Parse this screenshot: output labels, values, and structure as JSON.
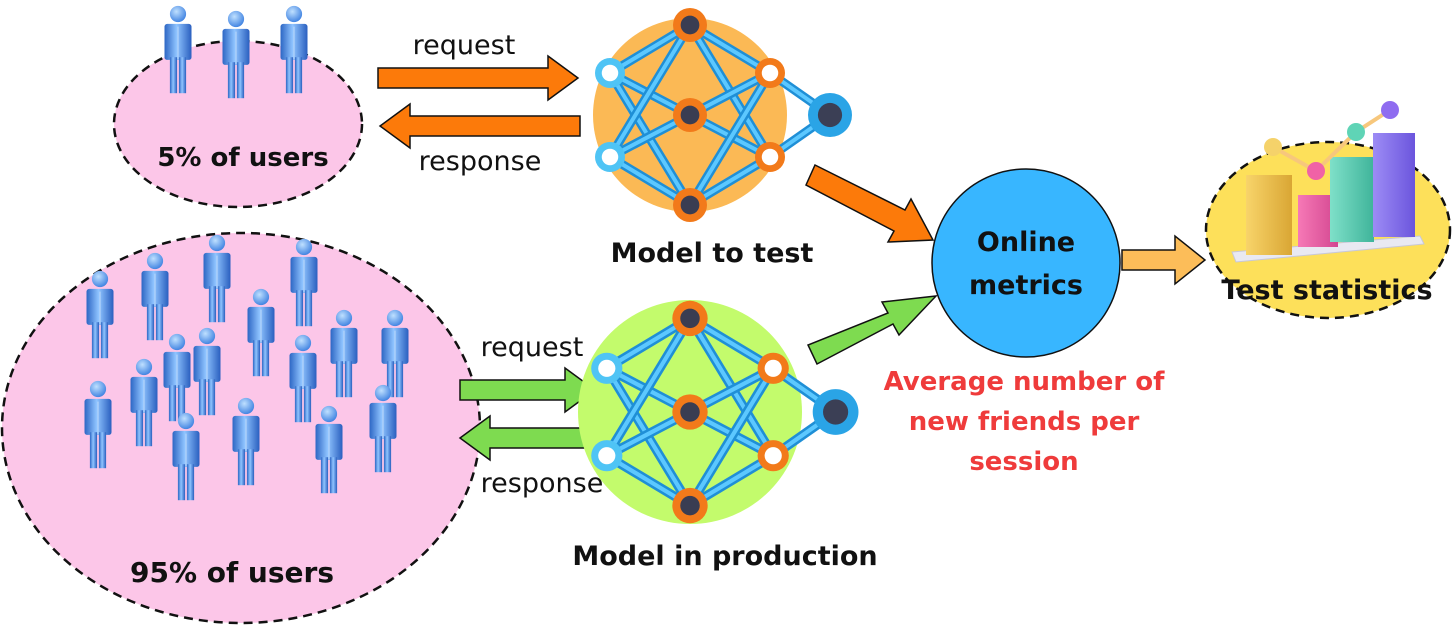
{
  "groups": {
    "test_group": {
      "label": "5% of users"
    },
    "control_group": {
      "label": "95% of users"
    }
  },
  "flows": {
    "test_request": "request",
    "test_response": "response",
    "prod_request": "request",
    "prod_response": "response"
  },
  "models": {
    "test": {
      "label": "Model to test"
    },
    "production": {
      "label": "Model in production"
    }
  },
  "metrics": {
    "title_line1": "Online",
    "title_line2": "metrics",
    "example_line1": "Average number of",
    "example_line2": "new friends per",
    "example_line3": "session"
  },
  "statistics": {
    "label": "Test statistics"
  },
  "colors": {
    "group_fill": "#fcc6e8",
    "test_model_fill": "#fbb955",
    "prod_model_fill": "#c3fb6c",
    "orange_arrow": "#fc7a0a",
    "green_arrow": "#7edb50",
    "metrics_fill": "#38b6ff",
    "stats_fill": "#fde05a",
    "stats_arrow": "#fcbd59",
    "highlight_text": "#ef3b3b"
  },
  "icons": {
    "user": "person-icon",
    "model": "neural-network-icon",
    "statistics": "bar-chart-icon"
  }
}
